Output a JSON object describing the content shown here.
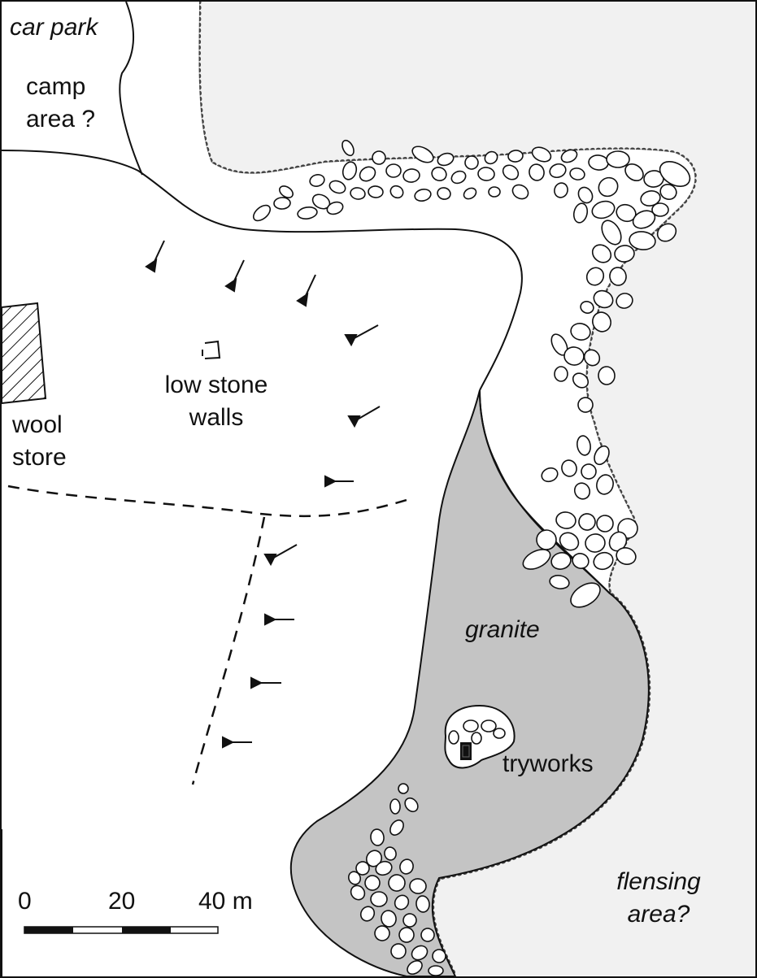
{
  "labels": {
    "car_park": "car park",
    "camp_area": "camp\narea ?",
    "low_stone_walls": "low stone\nwalls",
    "wool_store": "wool\nstore",
    "granite": "granite",
    "tryworks": "tryworks",
    "flensing_area": "flensing\narea?"
  },
  "scale_bar": {
    "tick_labels": [
      "0",
      "20",
      "40 m"
    ]
  },
  "colors": {
    "background": "#ffffff",
    "ground": "#f1f1f1",
    "granite": "#c4c4c4",
    "ink": "#111111"
  }
}
